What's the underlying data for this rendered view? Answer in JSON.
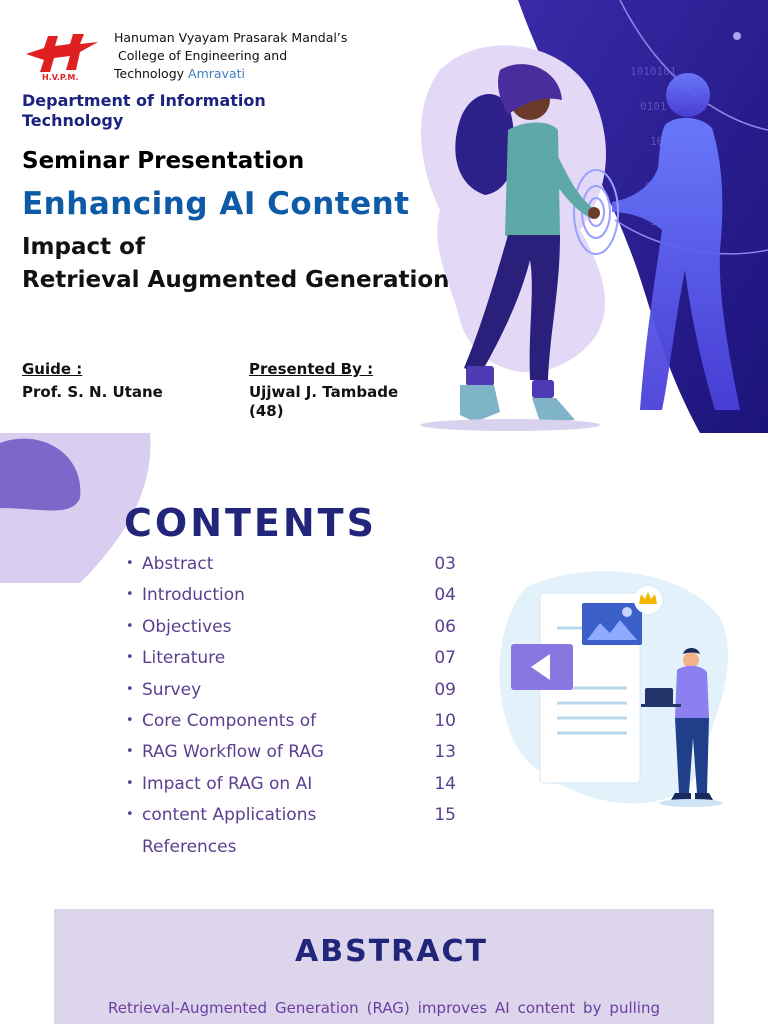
{
  "slide1": {
    "logo_text": "H.V.P.M.",
    "college_line1": "Hanuman Vyayam Prasarak Mandal’s",
    "college_line2": "College of Engineering and",
    "college_line3": "Technology",
    "college_city": "Amravati",
    "department": "Department of Information Technology",
    "seminar_heading": "Seminar  Presentation",
    "title": "Enhancing AI Content",
    "subtitle_line1": "Impact of",
    "subtitle_line2": "Retrieval Augmented Generation",
    "guide_label": "Guide :",
    "guide_name": "Prof. S. N. Utane",
    "presenter_label": "Presented By :",
    "presenter_name": "Ujjwal J. Tambade (48)",
    "colors": {
      "title": "#0d5aa7",
      "department": "#1a237e",
      "hero_dark": "#2b1a8f",
      "hero_light": "#e3d8f5"
    }
  },
  "slide2": {
    "heading": "CONTENTS",
    "items": [
      {
        "label": "Abstract",
        "page": "03"
      },
      {
        "label": "Introduction",
        "page": "04"
      },
      {
        "label": "Objectives",
        "page": "06"
      },
      {
        "label": "Literature",
        "page": "07"
      },
      {
        "label": "Survey",
        "page": "09"
      },
      {
        "label": "Core Components of",
        "page": "10"
      },
      {
        "label": "RAG  Workflow of RAG",
        "page": "13"
      },
      {
        "label": "Impact of RAG on AI",
        "page": "14"
      },
      {
        "label": "content  Applications",
        "page": "15"
      },
      {
        "label": "References",
        "page": ""
      }
    ],
    "colors": {
      "heading": "#22267a",
      "items": "#5b3f8f",
      "blob": "#d9cdf0"
    }
  },
  "slide3": {
    "heading": "ABSTRACT",
    "text": "Retrieval-Augmented Generation (RAG) improves AI content by pulling",
    "colors": {
      "background": "#dcd5ec",
      "heading": "#22267a",
      "text": "#6a3fa0"
    }
  }
}
